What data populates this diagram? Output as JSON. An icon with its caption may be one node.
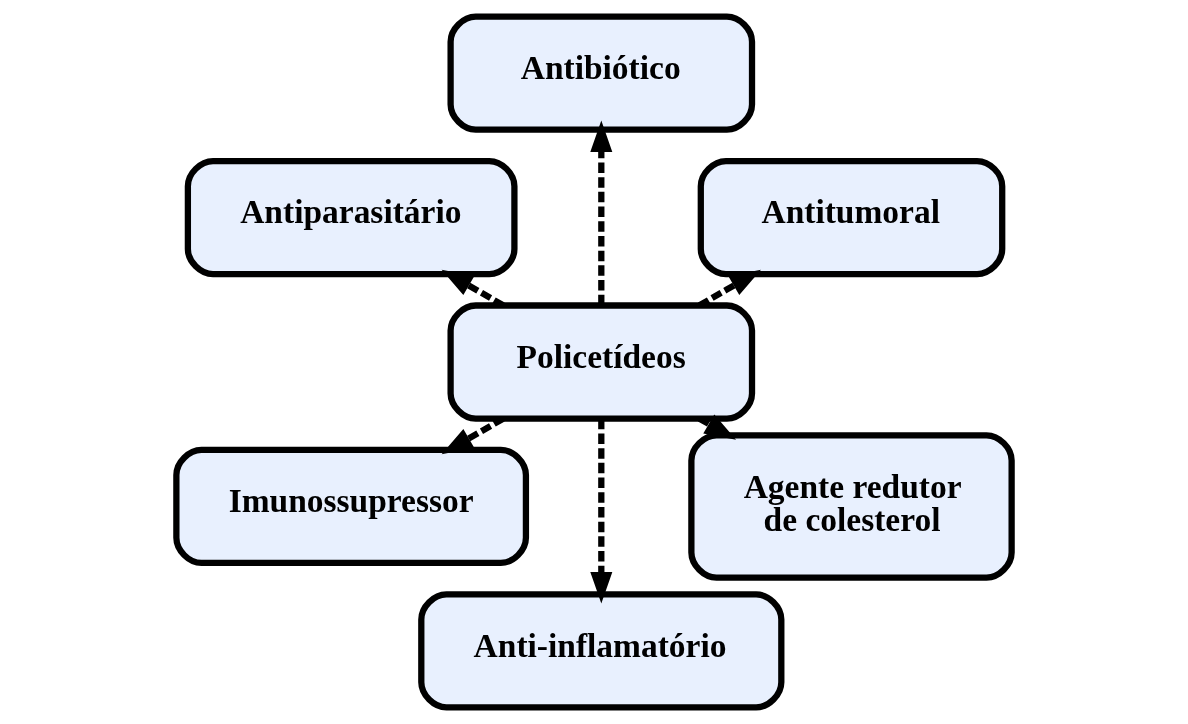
{
  "diagram": {
    "nodes": [
      {
        "text": [
          "Antitumoral"
        ]
      },
      {
        "text": [
          "Antibiótico"
        ]
      },
      {
        "text": [
          "Antiparasitário"
        ]
      },
      {
        "text": [
          "Policetídeos"
        ]
      },
      {
        "text": [
          "Imunossupressor"
        ]
      },
      {
        "text": [
          "Anti-inflamatório"
        ]
      },
      {
        "text": [
          "Agente redutor de colesterol"
        ]
      }
    ],
    "edges": [
      {
        "from": 3,
        "to": 0,
        "arrow": "to",
        "style": "dashed"
      },
      {
        "from": 3,
        "to": 2,
        "arrow": "to",
        "style": "dashed"
      },
      {
        "from": 3,
        "to": 5,
        "arrow": "to",
        "style": "dashed"
      },
      {
        "from": 3,
        "to": 6,
        "arrow": "to",
        "style": "dashed"
      },
      {
        "from": 3,
        "to": 4,
        "arrow": "to",
        "style": "dashed"
      },
      {
        "from": 3,
        "to": 1,
        "arrow": "to",
        "style": "dashed"
      }
    ]
  }
}
